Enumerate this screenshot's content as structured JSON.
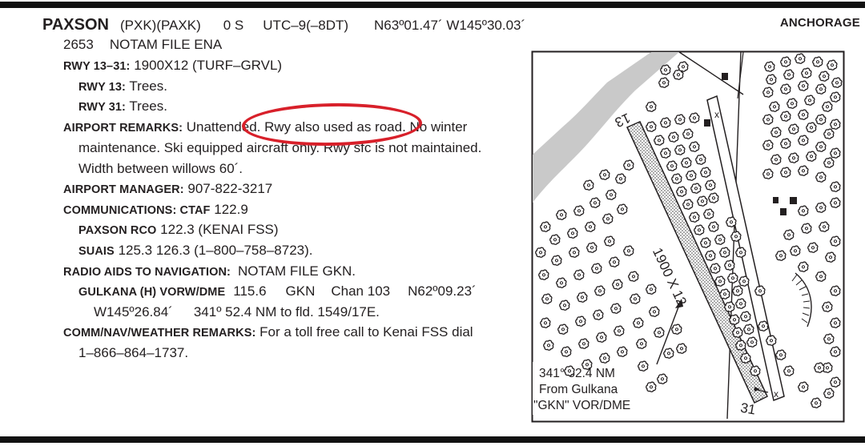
{
  "header": {
    "airport_name": "PAXSON",
    "ids": "(PXK)(PAXK)",
    "offset": "0 S",
    "utc": "UTC–9(–8DT)",
    "coords": "N63º01.47´ W145º30.03´",
    "elevation": "2653",
    "notam": "NOTAM FILE ENA",
    "region": "ANCHORAGE"
  },
  "runway": {
    "label": "RWY 13–31:",
    "value": "1900X12 (TURF–GRVL)",
    "rwy13_label": "RWY 13:",
    "rwy13_value": "Trees.",
    "rwy31_label": "RWY 31:",
    "rwy31_value": "Trees."
  },
  "remarks": {
    "label": "AIRPORT REMARKS:",
    "line1": "Unattended. Rwy also used as road. No winter",
    "line2": "maintenance. Ski equipped aircraft only. Rwy sfc is not maintained.",
    "line3": "Width between willows 60´."
  },
  "manager": {
    "label": "AIRPORT MANAGER:",
    "value": "907-822-3217"
  },
  "communications": {
    "label": "COMMUNICATIONS: CTAF",
    "ctaf": "122.9",
    "rco_label": "PAXSON RCO",
    "rco_value": "122.3 (KENAI FSS)",
    "suais_label": "SUAIS",
    "suais_value": "125.3  126.3 (1–800–758–8723)."
  },
  "navaids": {
    "label": "RADIO AIDS TO NAVIGATION:",
    "value": "NOTAM FILE GKN.",
    "vor_label": "GULKANA (H) VORW/DME",
    "vor_freq": "115.6",
    "vor_id": "GKN",
    "vor_chan": "Chan 103",
    "vor_lat": "N62º09.23´",
    "vor_lon": "W145º26.84´",
    "vor_bearing": "341º 52.4 NM to fld. 1549/17E."
  },
  "comm_remarks": {
    "label": "COMM/NAV/WEATHER REMARKS:",
    "line1": "For a toll free call to Kenai FSS dial",
    "line2": "1–866–864–1737."
  },
  "diagram": {
    "rwy_end_13": "13",
    "rwy_end_31": "31",
    "rwy_dims": "1900 X 12",
    "callout_line1": "341° 52.4 NM",
    "callout_line2": "From Gulkana",
    "callout_line3": "\"GKN\" VOR/DME"
  },
  "annotation": {
    "color": "#d8202a"
  }
}
